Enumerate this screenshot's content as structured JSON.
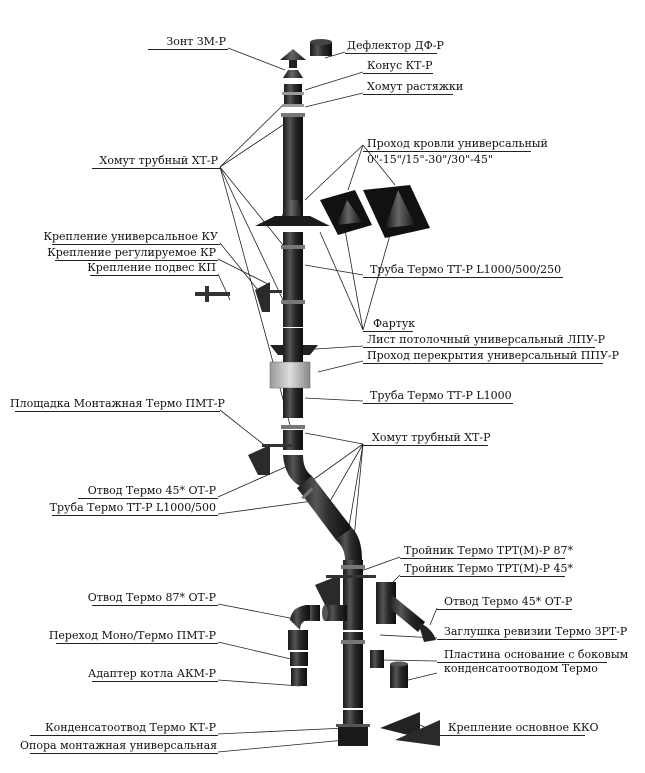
{
  "labels": {
    "zont": "Зонт ЗМ-Р",
    "deflektor": "Дефлектор ДФ-Р",
    "konus": "Конус КТ-Р",
    "khomut_rast": "Хомут растяжки",
    "khomut_trub_top": "Хомут трубный ХТ-Р",
    "prokhod_krovli_1": "Проход кровли универсальный",
    "prokhod_krovli_2": "0\"-15\"/15\"-30\"/30\"-45\"",
    "kreplenie_ku": "Крепление универсальное КУ",
    "kreplenie_kr": "Крепление регулируемое КР",
    "kreplenie_kp": "Крепление подвес КП",
    "truba_tt_top": "Труба Термо ТТ-Р L1000/500/250",
    "fartuk": "Фартук",
    "list_lpu": "Лист потолочный универсальный ЛПУ-Р",
    "prokhod_ppu": "Проход перекрытия универсальный ППУ-Р",
    "ploshchadka": "Площадка Монтажная Термо ПМТ-Р",
    "truba_tt_l1000": "Труба Термо ТТ-Р L1000",
    "khomut_trub_mid": "Хомут трубный ХТ-Р",
    "otvod_45_left": "Отвод Термо 45* ОТ-Р",
    "truba_tt_mid": "Труба Термо ТТ-Р L1000/500",
    "troynik_87": "Тройник Термо ТРТ(М)-Р 87*",
    "troynik_45": "Тройник Термо ТРТ(М)-Р 45*",
    "otvod_87": "Отвод Термо 87* ОТ-Р",
    "otvod_45_right": "Отвод Термо 45* ОТ-Р",
    "perekhod": "Переход Моно/Термо ПМТ-Р",
    "zaglushka": "Заглушка ревизии Термо ЗРТ-Р",
    "plastina_1": "Пластина основание с боковым",
    "plastina_2": "конденсатоотводом Термо",
    "adapter": "Адаптер котла АКМ-Р",
    "kondensatootvod": "Конденсатоотвод Термо КТ-Р",
    "kreplenie_kko": "Крепление основное ККО",
    "opora": "Опора монтажная универсальная"
  }
}
